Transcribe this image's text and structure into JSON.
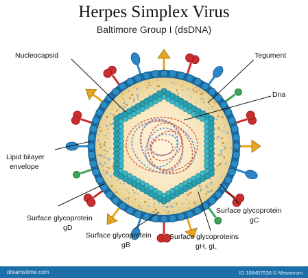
{
  "title": "Herpes Simplex Virus",
  "subtitle": "Baltimore Group I (dsDNA)",
  "labels": {
    "nucleocapsid": "Nucleocapsid",
    "tegument": "Tegument",
    "dna": "Dna",
    "lipid_line1": "Lipid bilayer",
    "lipid_line2": "envelope",
    "gd_line1": "Surface glycoprotein",
    "gd_line2": "gD",
    "gb_line1": "Surface glycoprotein",
    "gb_line2": "gB",
    "gh_line1": "Surface glycoproteins",
    "gh_line2": "gH, gL",
    "gc_line1": "Surface glycoprotein",
    "gc_line2": "gC"
  },
  "footer": {
    "brand": "dreamstime.com",
    "id_text": "ID 106457536 © Meomeom"
  },
  "colors": {
    "envelope": "#1e6fa3",
    "capsid": "#2a9fb0",
    "tegument": "#f3e6bf",
    "dna_a": "#d8684a",
    "dna_b": "#6e8fc5",
    "spike_gold": "#e5a51f",
    "spike_red": "#cc2d2d",
    "spike_blue": "#2a86c8",
    "spike_green": "#3ba55a"
  }
}
